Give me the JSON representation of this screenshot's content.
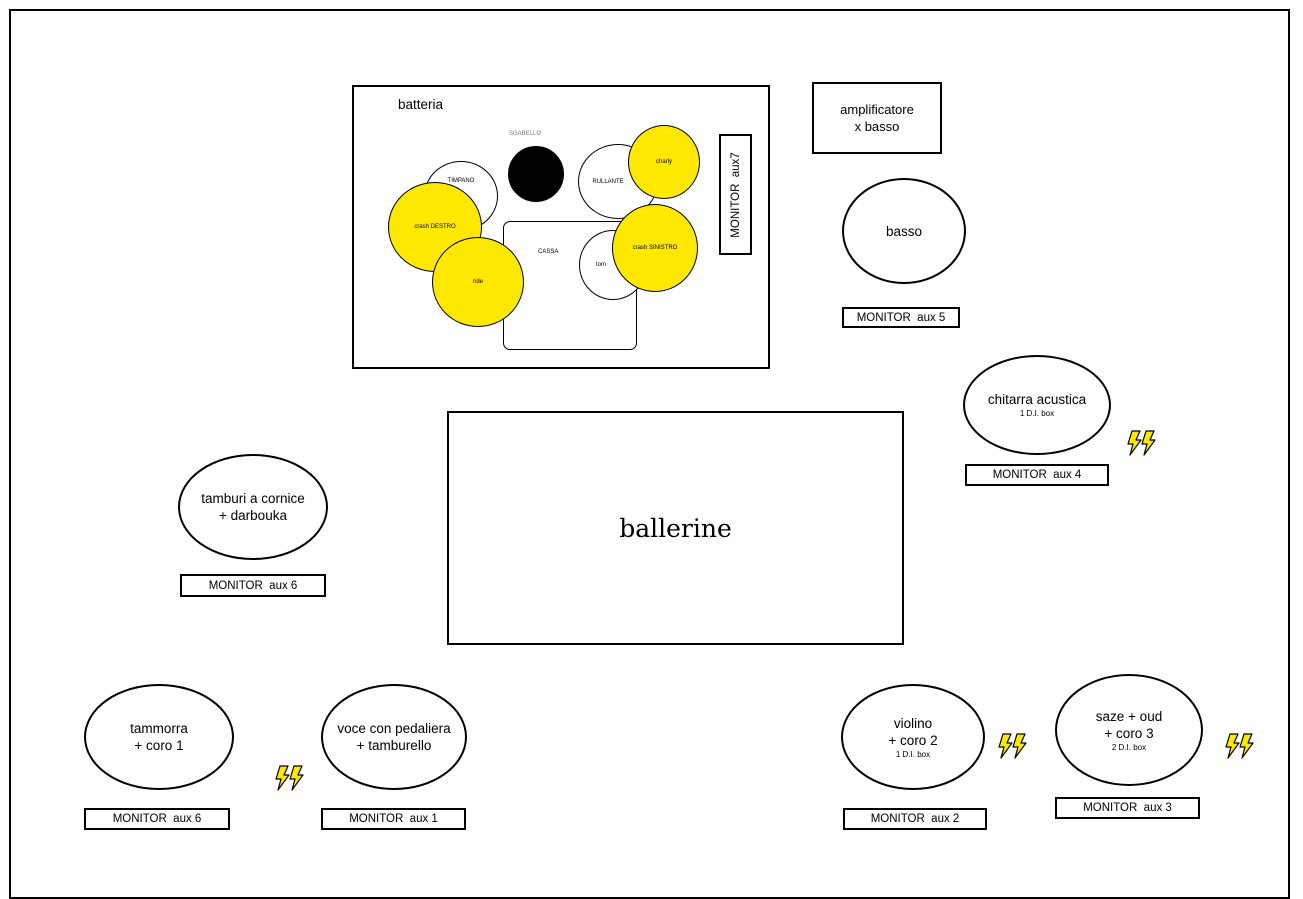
{
  "drums": {
    "title": "batteria",
    "sgabello": "SGABELLO",
    "timpano": "TIMPANO",
    "crash_destro": "crash DESTRO",
    "ride": "ride",
    "cassa": "CASSA",
    "rullante": "RULLANTE",
    "charly": "charly",
    "tom": "tom",
    "crash_sinistro": "crash SINISTRO",
    "monitor": "MONITOR  aux7"
  },
  "bass_amp": {
    "line1": "amplificatore",
    "line2": "x basso"
  },
  "basso": {
    "name": "basso",
    "monitor": "MONITOR  aux 5"
  },
  "chitarra": {
    "name": "chitarra acustica",
    "sub": "1 D.I. box",
    "monitor": "MONITOR  aux 4"
  },
  "ballerine": {
    "name": "ballerine"
  },
  "tamburi": {
    "line1": "tamburi a cornice",
    "line2": "+ darbouka",
    "monitor": "MONITOR  aux 6"
  },
  "tammorra": {
    "line1": "tammorra",
    "line2": "+ coro 1",
    "monitor": "MONITOR  aux 6"
  },
  "voce": {
    "line1": "voce con pedaliera",
    "line2": "+ tamburello",
    "monitor": "MONITOR  aux 1"
  },
  "violino": {
    "line1": "violino",
    "line2": "+ coro 2",
    "sub": "1 D.I. box",
    "monitor": "MONITOR  aux 2"
  },
  "saze": {
    "line1": "saze + oud",
    "line2": "+ coro 3",
    "sub": "2 D.I. box",
    "monitor": "MONITOR  aux 3"
  },
  "colors": {
    "cymbal": "#ffe800",
    "power_bolt": "#ffe800",
    "line": "#000000"
  },
  "icons": {
    "power": "power-plug-icon"
  }
}
